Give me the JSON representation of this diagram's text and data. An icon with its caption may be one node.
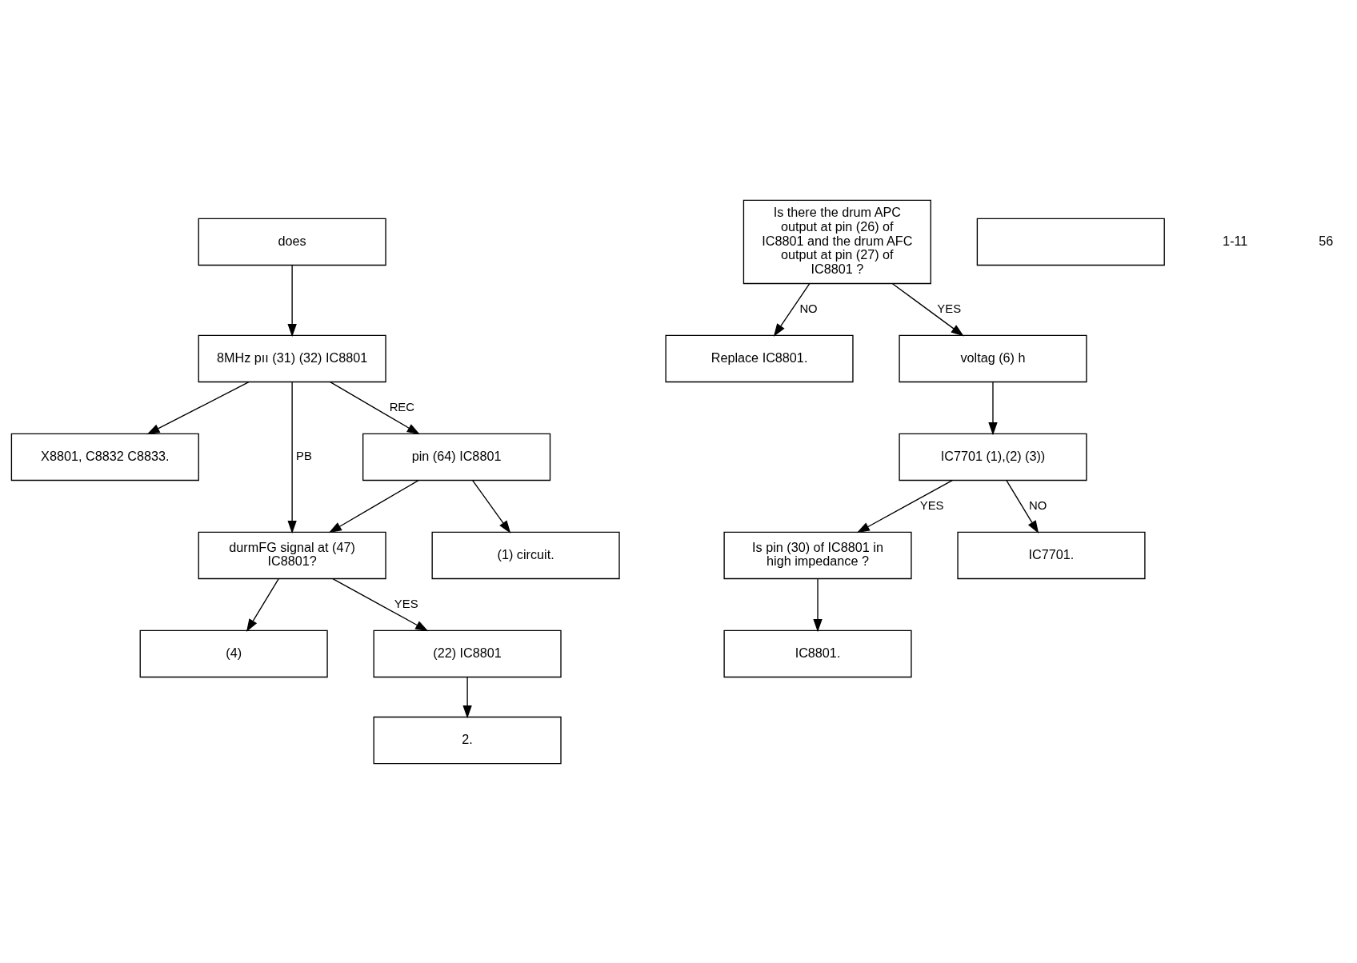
{
  "diagram": {
    "nodes": [
      {
        "text": [
          "does"
        ]
      },
      {
        "text": [
          "8MHz pıı (31) (32) IC8801"
        ]
      },
      {
        "text": [
          "X8801, C8832 C8833."
        ]
      },
      {
        "text": [
          "durmFG signal at (47) IC8801?"
        ]
      },
      {
        "text": [
          "pin (64) IC8801"
        ]
      },
      {
        "text": [
          "(4)"
        ]
      },
      {
        "text": [
          "(22) IC8801"
        ]
      },
      {
        "text": [
          "2."
        ]
      },
      {
        "text": [
          "(1) circuit."
        ]
      },
      {
        "text": [
          "Is there the drum APC output at pin (26) of IC8801 and the drum AFC output at pin (27) of IC8801 ?"
        ]
      },
      {
        "text": [
          "Replace IC8801."
        ]
      },
      {
        "text": [
          "voltag (6) h"
        ]
      },
      {
        "text": [
          "IC7701 (1),(2) (3))"
        ]
      },
      {
        "text": [],
        "shape": "box"
      },
      {
        "text": [
          "Is pin (30) of IC8801 in high impedance ?"
        ]
      },
      {
        "text": [
          "IC8801."
        ]
      },
      {
        "text": [
          "IC7701."
        ]
      }
    ],
    "edges": [
      {
        "from": 0,
        "to": 1,
        "arrow": "to"
      },
      {
        "from": 1,
        "to": 2,
        "arrow": "to"
      },
      {
        "from": 1,
        "to": 3,
        "arrow": "to",
        "label": "PB"
      },
      {
        "from": 1,
        "to": 4,
        "arrow": "to",
        "label": "REC"
      },
      {
        "from": 4,
        "to": 3,
        "arrow": "to"
      },
      {
        "from": 3,
        "to": 5,
        "arrow": "to"
      },
      {
        "from": 3,
        "to": 6,
        "arrow": "to",
        "label": "YES"
      },
      {
        "from": 6,
        "to": 7,
        "arrow": "to"
      },
      {
        "from": 4,
        "to": 8,
        "arrow": "to"
      },
      {
        "from": 9,
        "to": 10,
        "arrow": "to",
        "label": "NO"
      },
      {
        "from": 9,
        "to": 11,
        "arrow": "to",
        "label": "YES"
      },
      {
        "from": 11,
        "to": 12,
        "arrow": "to"
      },
      {
        "from": 12,
        "to": 14,
        "arrow": "to",
        "label": "YES"
      },
      {
        "from": 12,
        "to": 16,
        "arrow": "to",
        "label": "NO"
      },
      {
        "from": 14,
        "to": 15,
        "arrow": "to"
      }
    ],
    "labels": [
      "1-11",
      "56"
    ]
  }
}
